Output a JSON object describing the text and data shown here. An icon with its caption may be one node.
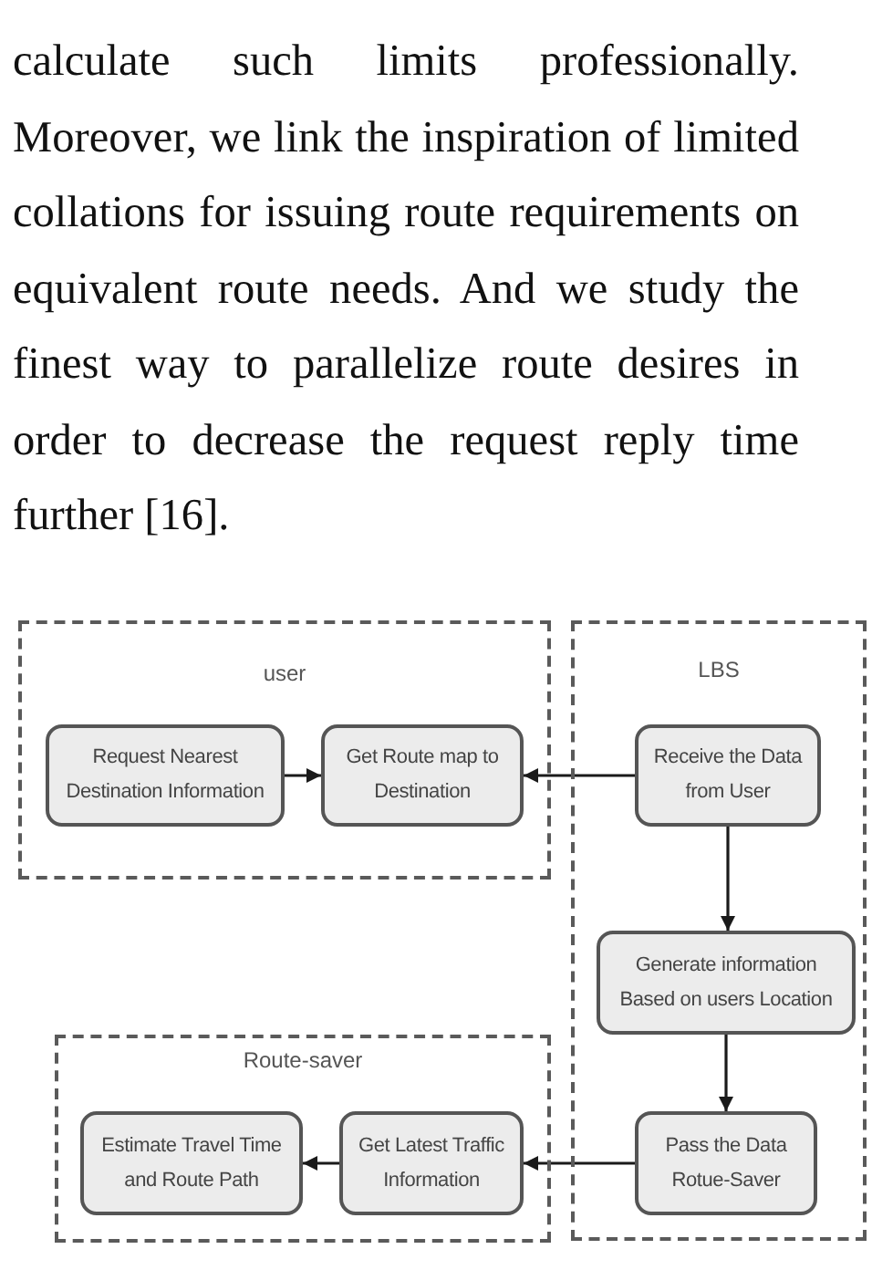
{
  "diagram": {
    "nodes": [
      {
        "text": [
          "user"
        ]
      },
      {
        "text": [
          "Request Nearest Destination Information"
        ],
        "in": 0
      },
      {
        "text": [
          "Get Route map to Destination"
        ],
        "in": 0
      },
      {
        "text": [
          "LBS"
        ]
      },
      {
        "text": [
          "Receive the Data from User"
        ],
        "in": 3
      },
      {
        "text": [
          "Generate information Based on users Location"
        ],
        "in": 3
      },
      {
        "text": [
          "Pass the Data Rotue-Saver"
        ],
        "in": 3
      },
      {
        "text": [
          "Route-saver"
        ]
      },
      {
        "text": [
          "Estimate Travel Time and Route Path"
        ],
        "in": 7
      },
      {
        "text": [
          "Get Latest Traffic Information"
        ],
        "in": 7
      }
    ],
    "edges": [
      {
        "from": 1,
        "to": 2,
        "arrow": "to"
      },
      {
        "from": 4,
        "to": 2,
        "arrow": "to"
      },
      {
        "from": 4,
        "to": 5,
        "arrow": "to"
      },
      {
        "from": 5,
        "to": 6,
        "arrow": "to"
      },
      {
        "from": 6,
        "to": 9,
        "arrow": "to"
      },
      {
        "from": 9,
        "to": 8,
        "arrow": "to"
      }
    ],
    "labels": [
      "calculate such limits professionally. Moreover, we link the inspiration of limited collations for issuing route requirements on equivalent route needs. And we study the finest way to parallelize route desires in order to decrease the request reply time further [16]."
    ]
  }
}
